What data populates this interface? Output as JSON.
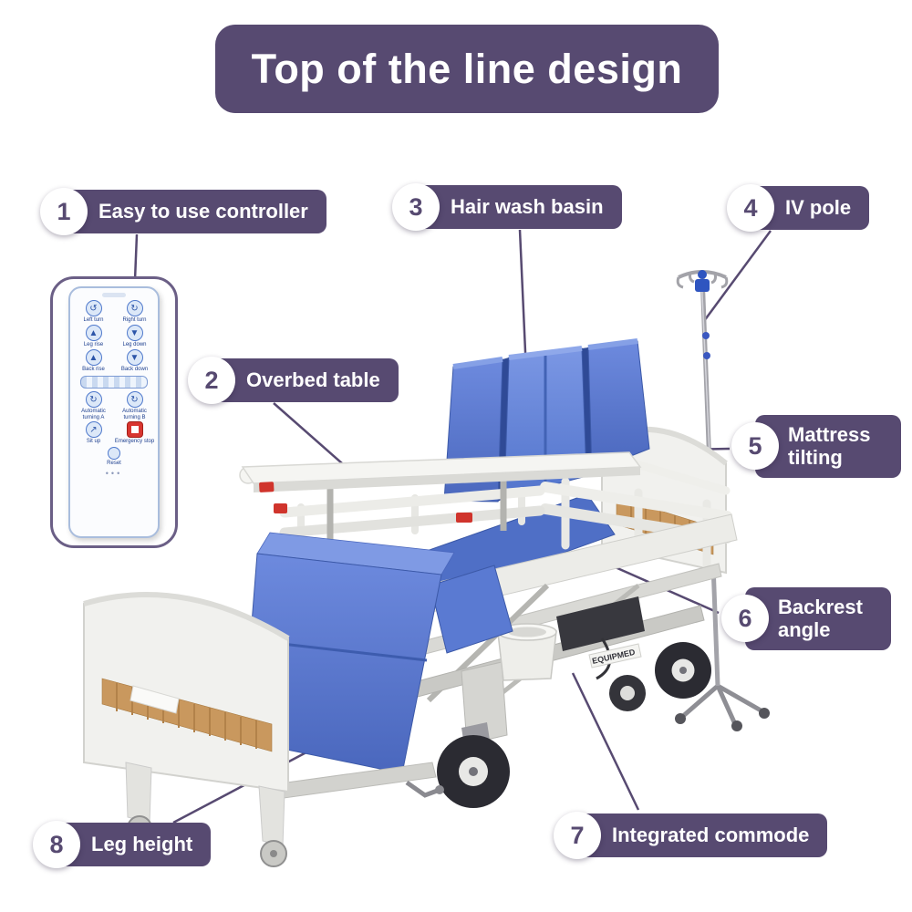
{
  "title": "Top of the line design",
  "callouts": [
    {
      "number": "1",
      "label": "Easy to use controller"
    },
    {
      "number": "2",
      "label": "Overbed table"
    },
    {
      "number": "3",
      "label": "Hair wash basin"
    },
    {
      "number": "4",
      "label": "IV pole"
    },
    {
      "number": "5",
      "label": "Mattress tilting"
    },
    {
      "number": "6",
      "label": "Backrest angle"
    },
    {
      "number": "7",
      "label": "Integrated commode"
    },
    {
      "number": "8",
      "label": "Leg height"
    }
  ],
  "controller": {
    "rows": [
      {
        "left": "Left turn",
        "licon": "↺",
        "right": "Right turn",
        "ricon": "↻"
      },
      {
        "left": "Leg rise",
        "licon": "▲",
        "right": "Leg down",
        "ricon": "▼"
      },
      {
        "left": "Back rise",
        "licon": "▲",
        "right": "Back down",
        "ricon": "▼"
      },
      {
        "left": "Automatic turning A",
        "licon": "↻",
        "right": "Automatic turning B",
        "ricon": "↻"
      },
      {
        "left": "Sit up",
        "licon": "↗",
        "right": "Emergency stop"
      }
    ],
    "reset_label": "Reset"
  },
  "bed": {
    "brand_label": "EQUIPMED"
  },
  "colors": {
    "accent_purple": "#574a71",
    "mattress_blue": "#5577cf",
    "wood": "#c9985e",
    "alert_red": "#d0342c",
    "white": "#ffffff"
  }
}
